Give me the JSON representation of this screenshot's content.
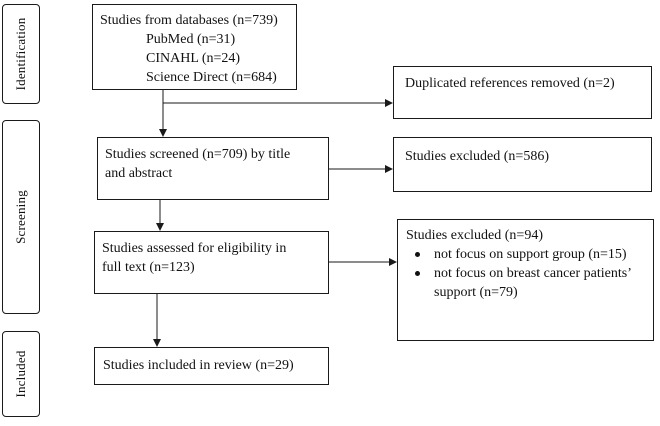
{
  "stages": {
    "identification": "Identification",
    "screening": "Screening",
    "included": "Included"
  },
  "boxes": {
    "databases": {
      "title": "Studies from databases (n=739)",
      "sources": [
        "PubMed (n=31)",
        "CINAHL (n=24)",
        "Science Direct (n=684)"
      ]
    },
    "duplicates": "Duplicated references removed (n=2)",
    "screened": [
      "Studies screened (n=709) by title",
      "and abstract"
    ],
    "excluded_screening": "Studies excluded (n=586)",
    "eligibility": [
      "Studies assessed for eligibility in",
      "full text (n=123)"
    ],
    "excluded_fulltext": {
      "title": "Studies excluded (n=94)",
      "reasons": [
        [
          "not focus on support group (n=15)"
        ],
        [
          "not focus on breast cancer patients’",
          "support (n=79)"
        ]
      ]
    },
    "included": "Studies included in review (n=29)"
  }
}
